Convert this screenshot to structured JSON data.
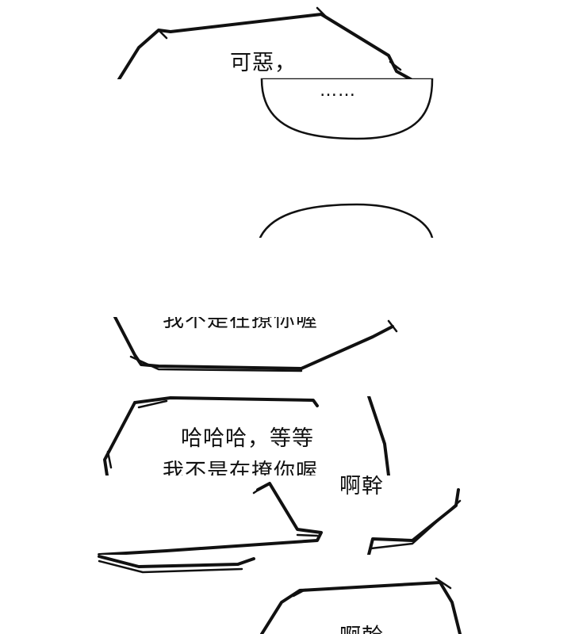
{
  "panels": {
    "p1": {
      "text_a": "可惡，",
      "text_b": "……"
    },
    "p2": {},
    "p3": {
      "text": "我不是在撩你喔"
    },
    "p4": {
      "line1": "哈哈哈，等等",
      "line2": "我不是在撩你喔",
      "text_side": "啊幹"
    },
    "p5": {},
    "p6": {
      "text": "啊幹"
    }
  }
}
